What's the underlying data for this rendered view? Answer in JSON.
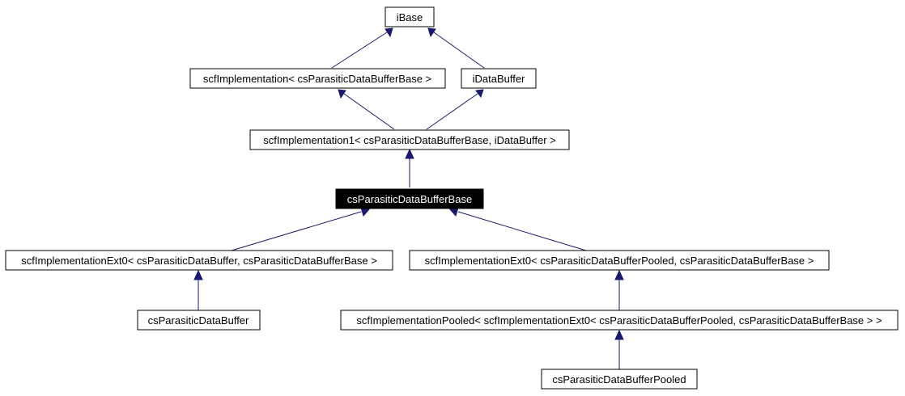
{
  "nodes": {
    "ibase": "iBase",
    "scf_impl": "scfImplementation< csParasiticDataBufferBase >",
    "idatabuffer": "iDataBuffer",
    "scf_impl1": "scfImplementation1< csParasiticDataBufferBase, iDataBuffer >",
    "base": "csParasiticDataBufferBase",
    "ext0_buffer": "scfImplementationExt0< csParasiticDataBuffer, csParasiticDataBufferBase >",
    "ext0_pooled": "scfImplementationExt0< csParasiticDataBufferPooled, csParasiticDataBufferBase >",
    "buffer": "csParasiticDataBuffer",
    "impl_pooled": "scfImplementationPooled< scfImplementationExt0< csParasiticDataBufferPooled, csParasiticDataBufferBase > >",
    "pooled": "csParasiticDataBufferPooled"
  },
  "colors": {
    "edge": "#191970",
    "highlight_fill": "#000000",
    "highlight_text": "#ffffff"
  }
}
